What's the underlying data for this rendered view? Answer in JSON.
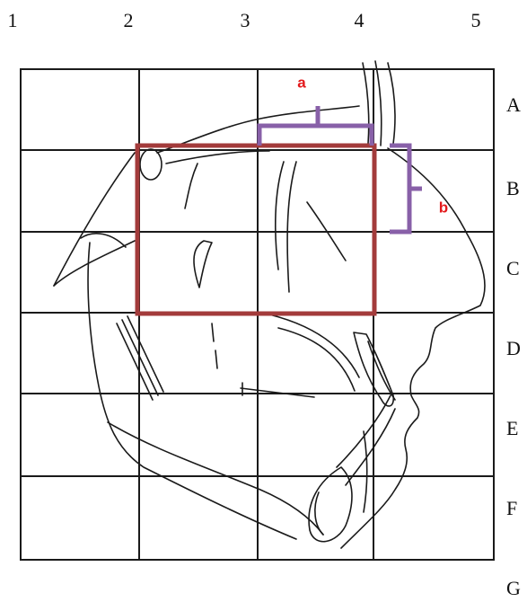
{
  "grid": {
    "columns": [
      "1",
      "2",
      "3",
      "4",
      "5"
    ],
    "rows": [
      "A",
      "B",
      "C",
      "D",
      "E",
      "F",
      "G"
    ]
  },
  "annotations": {
    "bracket_a_label": "a",
    "bracket_b_label": "b"
  },
  "colors": {
    "grid_line": "#1a1a1a",
    "region_box": "#a33b3b",
    "bracket": "#8860a8",
    "marker_text": "#e3191c",
    "tracing": "#1a1a1a"
  }
}
